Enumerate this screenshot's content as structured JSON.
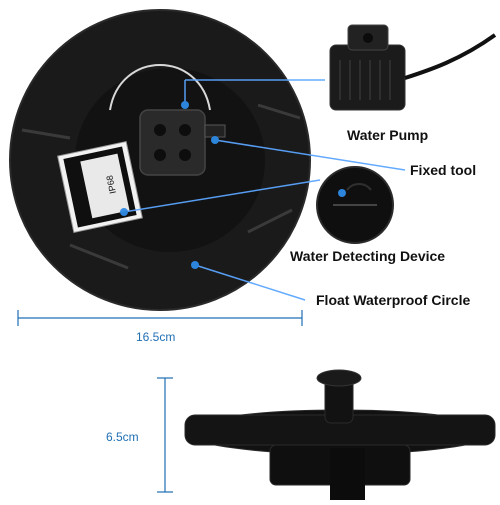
{
  "labels": {
    "pump": "Water Pump",
    "fixed_tool": "Fixed tool",
    "water_detecting": "Water Detecting Device",
    "float_circle": "Float Waterproof Circle"
  },
  "dimensions": {
    "diameter": "16.5cm",
    "height": "6.5cm"
  },
  "module_text": {
    "rating": "IP68"
  },
  "colors": {
    "accent": "#2e8be6",
    "body": "#1b1b1b",
    "dim_line": "#1f6fb3"
  }
}
